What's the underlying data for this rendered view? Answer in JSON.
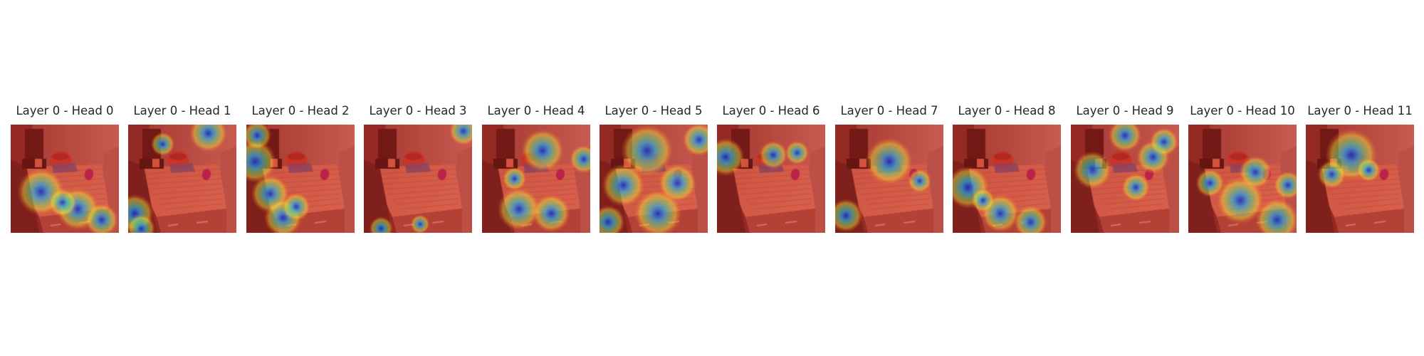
{
  "figure": {
    "panels": [
      {
        "title": "Layer 0 - Head 0",
        "hot": [
          [
            0.28,
            0.62,
            0.1
          ],
          [
            0.62,
            0.78,
            0.09
          ],
          [
            0.84,
            0.88,
            0.07
          ],
          [
            0.48,
            0.72,
            0.06
          ]
        ]
      },
      {
        "title": "Layer 0 - Head 1",
        "hot": [
          [
            0.06,
            0.82,
            0.08
          ],
          [
            0.74,
            0.08,
            0.08
          ],
          [
            0.32,
            0.18,
            0.05
          ],
          [
            0.12,
            0.96,
            0.06
          ]
        ]
      },
      {
        "title": "Layer 0 - Head 2",
        "hot": [
          [
            0.08,
            0.34,
            0.09
          ],
          [
            0.22,
            0.64,
            0.08
          ],
          [
            0.34,
            0.86,
            0.08
          ],
          [
            0.46,
            0.76,
            0.06
          ],
          [
            0.1,
            0.1,
            0.06
          ]
        ]
      },
      {
        "title": "Layer 0 - Head 3",
        "hot": [
          [
            0.92,
            0.06,
            0.06
          ],
          [
            0.16,
            0.96,
            0.05
          ],
          [
            0.52,
            0.92,
            0.04
          ]
        ]
      },
      {
        "title": "Layer 0 - Head 4",
        "hot": [
          [
            0.56,
            0.24,
            0.09
          ],
          [
            0.34,
            0.78,
            0.09
          ],
          [
            0.64,
            0.82,
            0.08
          ],
          [
            0.94,
            0.32,
            0.06
          ],
          [
            0.3,
            0.5,
            0.05
          ]
        ]
      },
      {
        "title": "Layer 0 - Head 5",
        "hot": [
          [
            0.44,
            0.24,
            0.11
          ],
          [
            0.22,
            0.56,
            0.09
          ],
          [
            0.54,
            0.82,
            0.1
          ],
          [
            0.72,
            0.54,
            0.08
          ],
          [
            0.92,
            0.14,
            0.07
          ],
          [
            0.08,
            0.9,
            0.07
          ]
        ]
      },
      {
        "title": "Layer 0 - Head 6",
        "hot": [
          [
            0.08,
            0.3,
            0.08
          ],
          [
            0.52,
            0.28,
            0.06
          ],
          [
            0.74,
            0.26,
            0.05
          ]
        ]
      },
      {
        "title": "Layer 0 - Head 7",
        "hot": [
          [
            0.5,
            0.34,
            0.1
          ],
          [
            0.1,
            0.84,
            0.07
          ],
          [
            0.78,
            0.52,
            0.05
          ]
        ]
      },
      {
        "title": "Layer 0 - Head 8",
        "hot": [
          [
            0.14,
            0.58,
            0.09
          ],
          [
            0.44,
            0.82,
            0.08
          ],
          [
            0.72,
            0.9,
            0.07
          ],
          [
            0.28,
            0.7,
            0.05
          ]
        ]
      },
      {
        "title": "Layer 0 - Head 9",
        "hot": [
          [
            0.5,
            0.1,
            0.07
          ],
          [
            0.2,
            0.42,
            0.08
          ],
          [
            0.76,
            0.3,
            0.07
          ],
          [
            0.6,
            0.58,
            0.06
          ],
          [
            0.86,
            0.16,
            0.06
          ]
        ]
      },
      {
        "title": "Layer 0 - Head 10",
        "hot": [
          [
            0.48,
            0.7,
            0.1
          ],
          [
            0.82,
            0.88,
            0.09
          ],
          [
            0.62,
            0.44,
            0.07
          ],
          [
            0.2,
            0.54,
            0.06
          ],
          [
            0.92,
            0.56,
            0.06
          ]
        ]
      },
      {
        "title": "Layer 0 - Head 11",
        "hot": [
          [
            0.42,
            0.28,
            0.11
          ],
          [
            0.24,
            0.46,
            0.06
          ],
          [
            0.58,
            0.42,
            0.05
          ]
        ]
      }
    ]
  }
}
